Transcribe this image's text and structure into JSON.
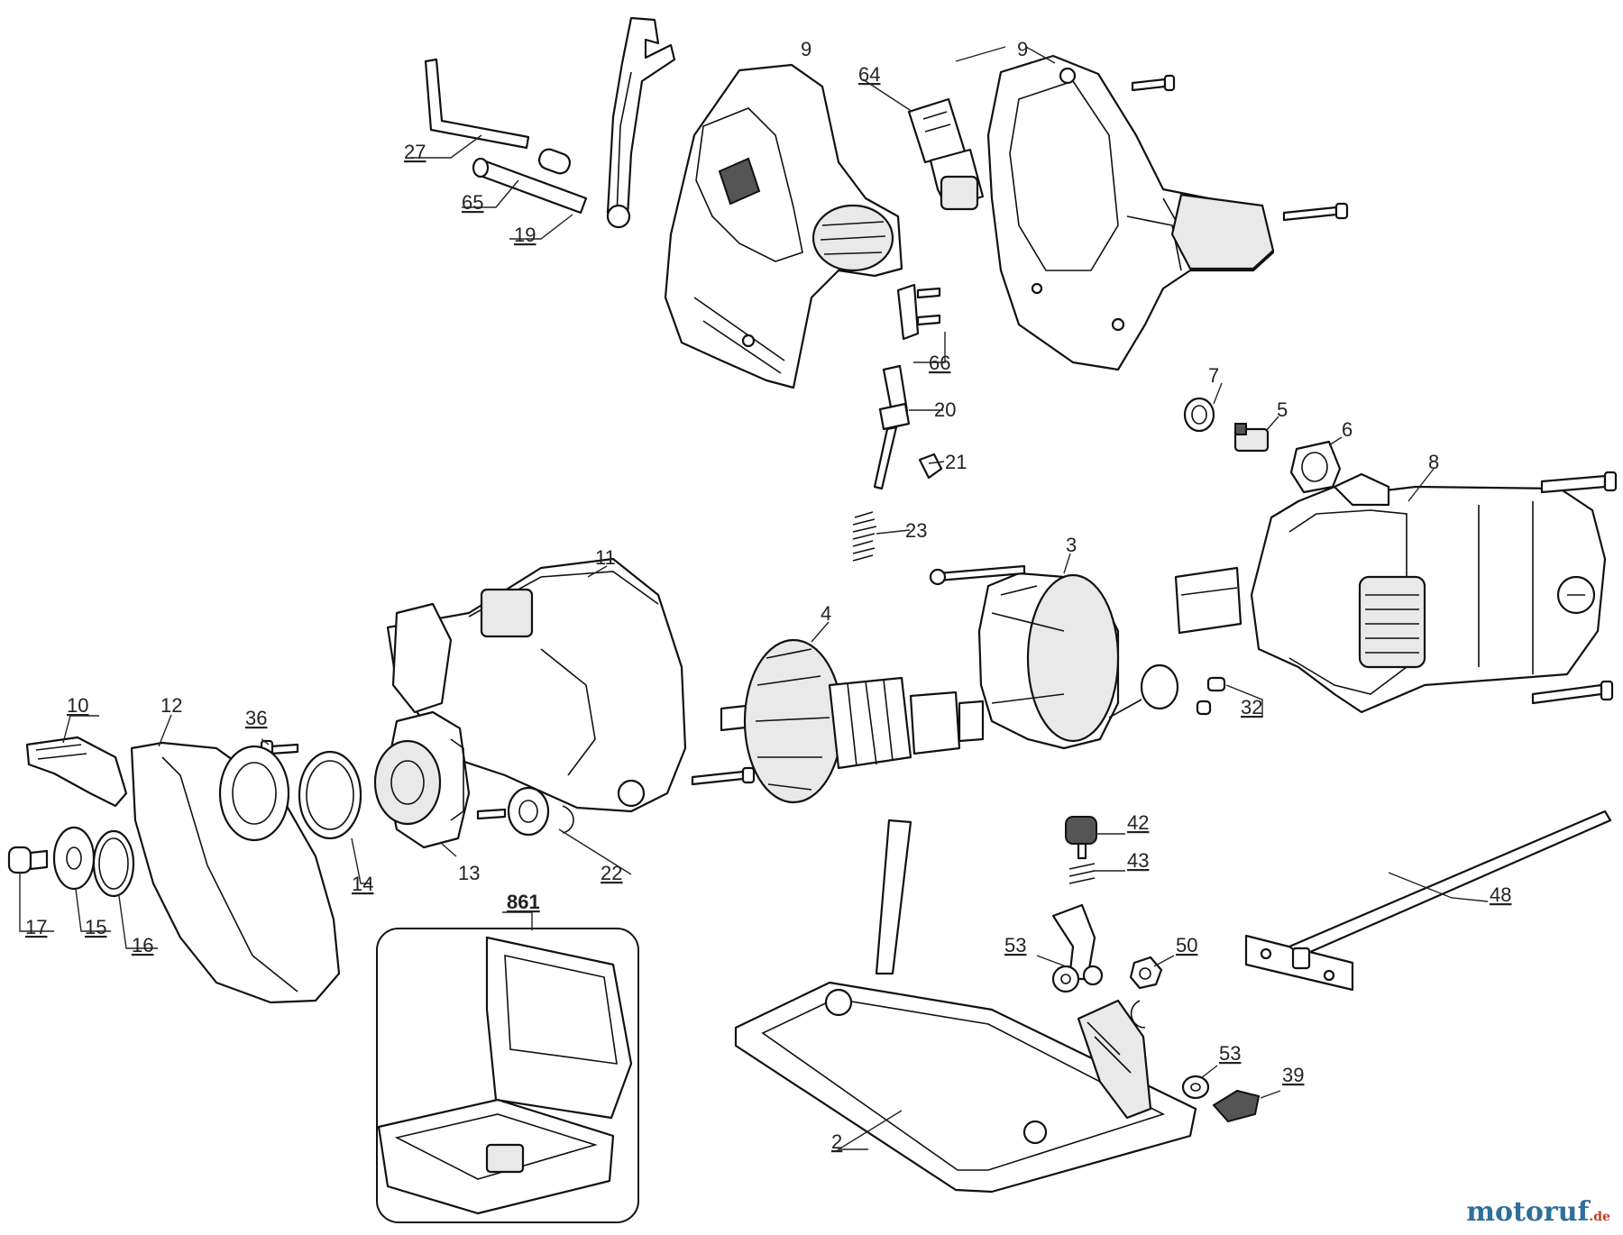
{
  "watermark": {
    "name": "motoruf",
    "tld": ".de",
    "color": "#2f6f9a",
    "tld_color": "#c23b22"
  },
  "callouts": [
    {
      "id": "c9a",
      "num": "9"
    },
    {
      "id": "c64",
      "num": "64"
    },
    {
      "id": "c9b",
      "num": "9"
    },
    {
      "id": "c27",
      "num": "27"
    },
    {
      "id": "c65",
      "num": "65"
    },
    {
      "id": "c19",
      "num": "19"
    },
    {
      "id": "c66",
      "num": "66"
    },
    {
      "id": "c20",
      "num": "20"
    },
    {
      "id": "c21",
      "num": "21"
    },
    {
      "id": "c23",
      "num": "23"
    },
    {
      "id": "c7",
      "num": "7"
    },
    {
      "id": "c5",
      "num": "5"
    },
    {
      "id": "c6",
      "num": "6"
    },
    {
      "id": "c8",
      "num": "8"
    },
    {
      "id": "c11",
      "num": "11"
    },
    {
      "id": "c3",
      "num": "3"
    },
    {
      "id": "c4",
      "num": "4"
    },
    {
      "id": "c32",
      "num": "32"
    },
    {
      "id": "c10",
      "num": "10"
    },
    {
      "id": "c12",
      "num": "12"
    },
    {
      "id": "c36",
      "num": "36"
    },
    {
      "id": "c13",
      "num": "13"
    },
    {
      "id": "c14",
      "num": "14"
    },
    {
      "id": "c22",
      "num": "22"
    },
    {
      "id": "c17",
      "num": "17"
    },
    {
      "id": "c15",
      "num": "15"
    },
    {
      "id": "c16",
      "num": "16"
    },
    {
      "id": "c861",
      "num": "861"
    },
    {
      "id": "c42",
      "num": "42"
    },
    {
      "id": "c43",
      "num": "43"
    },
    {
      "id": "c48",
      "num": "48"
    },
    {
      "id": "c53a",
      "num": "53"
    },
    {
      "id": "c50",
      "num": "50"
    },
    {
      "id": "c53b",
      "num": "53"
    },
    {
      "id": "c39",
      "num": "39"
    },
    {
      "id": "c2",
      "num": "2"
    }
  ]
}
